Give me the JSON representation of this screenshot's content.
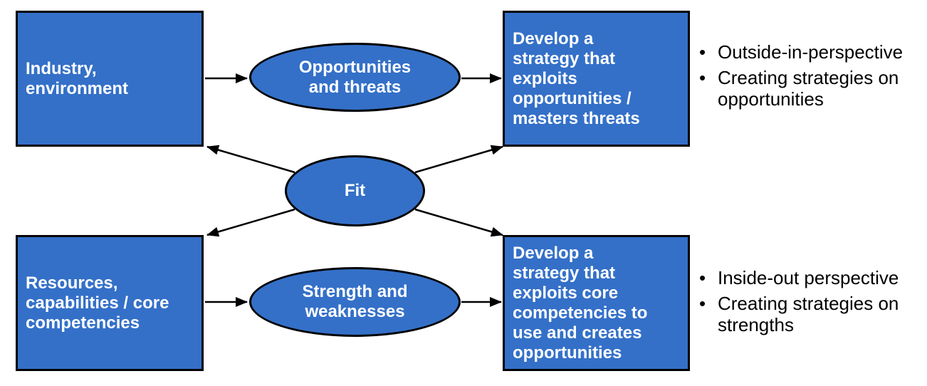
{
  "colors": {
    "shape_fill": "#3470C8",
    "shape_border": "#000000",
    "shape_text": "#ffffff",
    "text": "#000000",
    "canvas_bg": "#ffffff"
  },
  "boxes": {
    "industry": {
      "label": "Industry,\nenvironment"
    },
    "strategy_outside": {
      "label": "Develop a\nstrategy that\nexploits\nopportunities /\nmasters threats"
    },
    "resources": {
      "label": "Resources,\ncapabilities / core\ncompetencies"
    },
    "strategy_inside": {
      "label": "Develop a\nstrategy that\nexploits core\ncompetencies to\nuse and creates\nopportunities"
    }
  },
  "ellipses": {
    "opportunities_threats": {
      "label": "Opportunities\nand threats"
    },
    "fit": {
      "label": "Fit"
    },
    "strengths_weaknesses": {
      "label": "Strength and\nweaknesses"
    }
  },
  "annotations": {
    "bullet_glyph": "•",
    "top": {
      "items": [
        "Outside-in-perspective",
        "Creating strategies on\nopportunities"
      ]
    },
    "bottom": {
      "items": [
        "Inside-out perspective",
        "Creating strategies on\nstrengths"
      ]
    }
  },
  "connections": [
    {
      "from": "industry",
      "to": "opportunities_threats"
    },
    {
      "from": "opportunities_threats",
      "to": "strategy_outside"
    },
    {
      "from": "resources",
      "to": "strengths_weaknesses"
    },
    {
      "from": "strengths_weaknesses",
      "to": "strategy_inside"
    },
    {
      "from": "fit",
      "to": "industry"
    },
    {
      "from": "fit",
      "to": "strategy_outside"
    },
    {
      "from": "fit",
      "to": "resources"
    },
    {
      "from": "fit",
      "to": "strategy_inside"
    }
  ]
}
